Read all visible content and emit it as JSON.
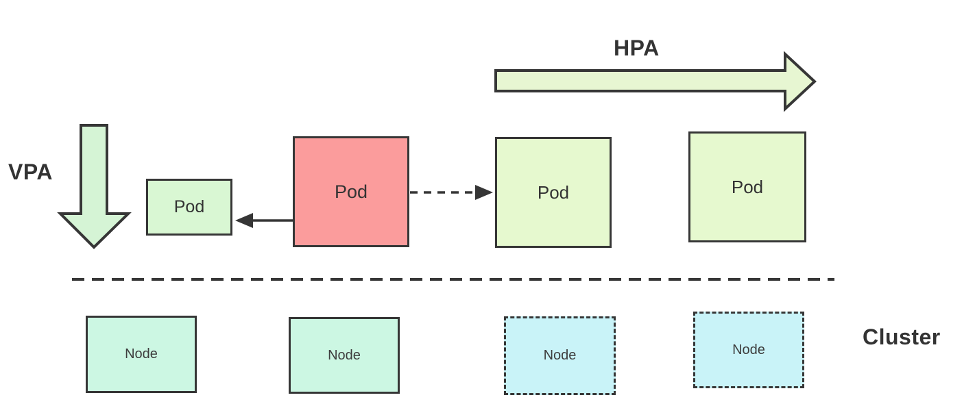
{
  "diagram": {
    "title_labels": {
      "hpa": "HPA",
      "vpa": "VPA",
      "cluster": "Cluster"
    },
    "pods": [
      {
        "label": "Pod"
      },
      {
        "label": "Pod"
      },
      {
        "label": "Pod"
      },
      {
        "label": "Pod"
      }
    ],
    "nodes": [
      {
        "label": "Node"
      },
      {
        "label": "Node"
      },
      {
        "label": "Node"
      },
      {
        "label": "Node"
      }
    ],
    "colors": {
      "hpa_arrow_fill": "#e7f6d2",
      "vpa_arrow_fill": "#d5f4d5",
      "pod_small_green_fill": "#d9f7d3",
      "pod_red_fill": "#fb9c9c",
      "pod_scaled_green_fill": "#e6f9cf",
      "node_mint_fill": "#ccf7e3",
      "node_cyan_fill": "#c9f3f8",
      "outline": "#363636",
      "text": "#333333",
      "background": "#ffffff"
    }
  }
}
